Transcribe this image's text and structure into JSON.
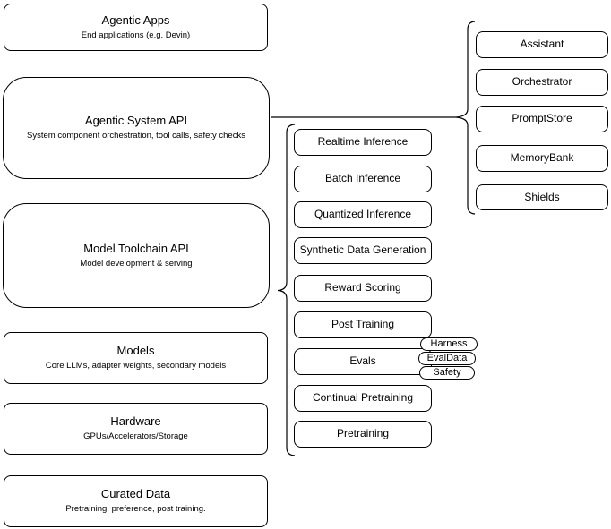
{
  "layers": [
    {
      "title": "Agentic Apps",
      "subtitle": "End applications (e.g. Devin)"
    },
    {
      "title": "Agentic System API",
      "subtitle": "System component orchestration, tool calls, safety checks"
    },
    {
      "title": "Model Toolchain API",
      "subtitle": "Model development & serving"
    },
    {
      "title": "Models",
      "subtitle": "Core LLMs, adapter weights, secondary models"
    },
    {
      "title": "Hardware",
      "subtitle": "GPUs/Accelerators/Storage"
    },
    {
      "title": "Curated Data",
      "subtitle": "Pretraining, preference, post training."
    }
  ],
  "toolchain": {
    "items": [
      "Realtime Inference",
      "Batch Inference",
      "Quantized Inference",
      "Synthetic Data Generation",
      "Reward Scoring",
      "Post Training",
      "Evals",
      "Continual Pretraining",
      "Pretraining"
    ],
    "eval_tags": [
      "Harness",
      "EvalData",
      "Safety"
    ]
  },
  "system_components": {
    "items": [
      "Assistant",
      "Orchestrator",
      "PromptStore",
      "MemoryBank",
      "Shields"
    ]
  },
  "colors": {
    "stroke": "#000000",
    "node_fill": "#ffffff",
    "background": "#ffffff"
  }
}
